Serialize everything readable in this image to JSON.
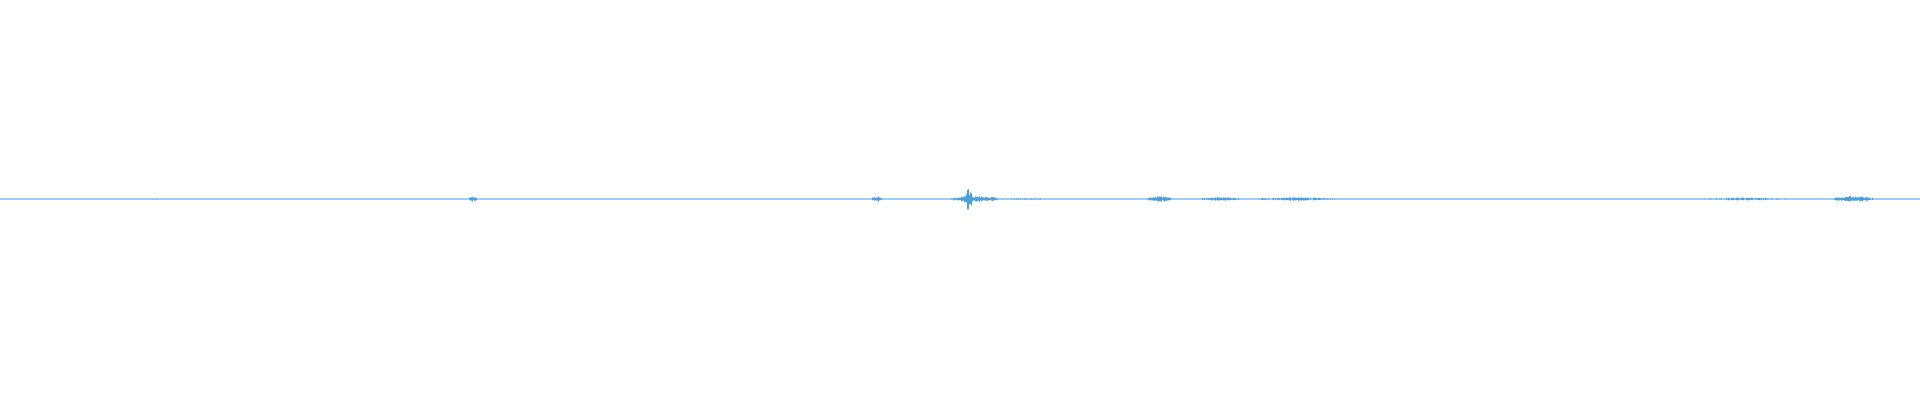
{
  "waveform": {
    "color": "#4a9fdc",
    "background": "#ffffff",
    "amplitude_scale": 1.0,
    "activity_regions": [
      {
        "start": 0.0,
        "end": 0.03,
        "level": 0.04
      },
      {
        "start": 0.078,
        "end": 0.082,
        "level": 0.08
      },
      {
        "start": 0.244,
        "end": 0.248,
        "level": 0.18
      },
      {
        "start": 0.454,
        "end": 0.459,
        "level": 0.2
      },
      {
        "start": 0.494,
        "end": 0.52,
        "level": 0.22
      },
      {
        "start": 0.502,
        "end": 0.506,
        "level": 0.75
      },
      {
        "start": 0.52,
        "end": 0.545,
        "level": 0.07
      },
      {
        "start": 0.597,
        "end": 0.61,
        "level": 0.2
      },
      {
        "start": 0.625,
        "end": 0.645,
        "level": 0.14
      },
      {
        "start": 0.655,
        "end": 0.695,
        "level": 0.12
      },
      {
        "start": 0.886,
        "end": 0.93,
        "level": 0.1
      },
      {
        "start": 0.955,
        "end": 0.975,
        "level": 0.22
      }
    ],
    "baseline_level": 0.015
  }
}
